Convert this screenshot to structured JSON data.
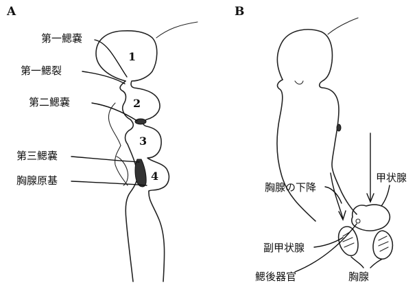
{
  "panels": {
    "a": {
      "letter": "A"
    },
    "b": {
      "letter": "B"
    }
  },
  "labels_a": {
    "first_pouch": "第一鰓嚢",
    "first_cleft": "第一鰓裂",
    "second_pouch": "第二鰓嚢",
    "third_pouch": "第三鰓嚢",
    "thymus_primordium": "胸腺原基"
  },
  "pouch_numbers": [
    "1",
    "2",
    "3",
    "4"
  ],
  "labels_b": {
    "thymus_descent": "胸腺の下降",
    "thyroid": "甲状腺",
    "parathyroid": "副甲状腺",
    "ultimobranchial_body": "鰓後器官",
    "thymus": "胸腺"
  }
}
